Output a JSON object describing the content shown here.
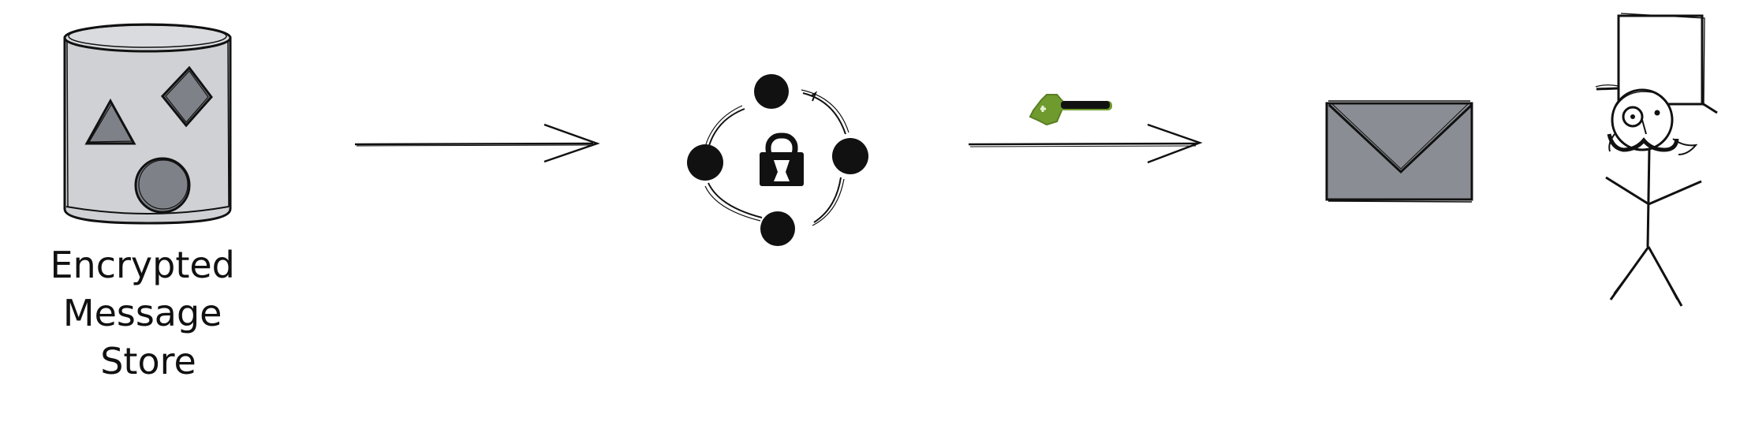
{
  "diagram": {
    "nodes": {
      "store": {
        "label_lines": [
          "Encrypted",
          "Message",
          "Store"
        ],
        "icon": "database-cylinder-icon"
      },
      "encryption_service": {
        "icon": "padlock-ring-icon"
      },
      "key": {
        "icon": "key-icon"
      },
      "message": {
        "icon": "envelope-icon"
      },
      "recipient": {
        "icon": "top-hat-stick-figure-icon"
      }
    },
    "edges": [
      {
        "from": "store",
        "to": "encryption_service",
        "label": ""
      },
      {
        "from": "encryption_service",
        "to": "message",
        "label": ""
      }
    ],
    "colors": {
      "ink": "#111111",
      "cylinder_fill": "#cfd1d4",
      "shape_fill": "#7e8288",
      "envelope_fill": "#8a8e94",
      "key_green": "#6f9a2e"
    }
  }
}
